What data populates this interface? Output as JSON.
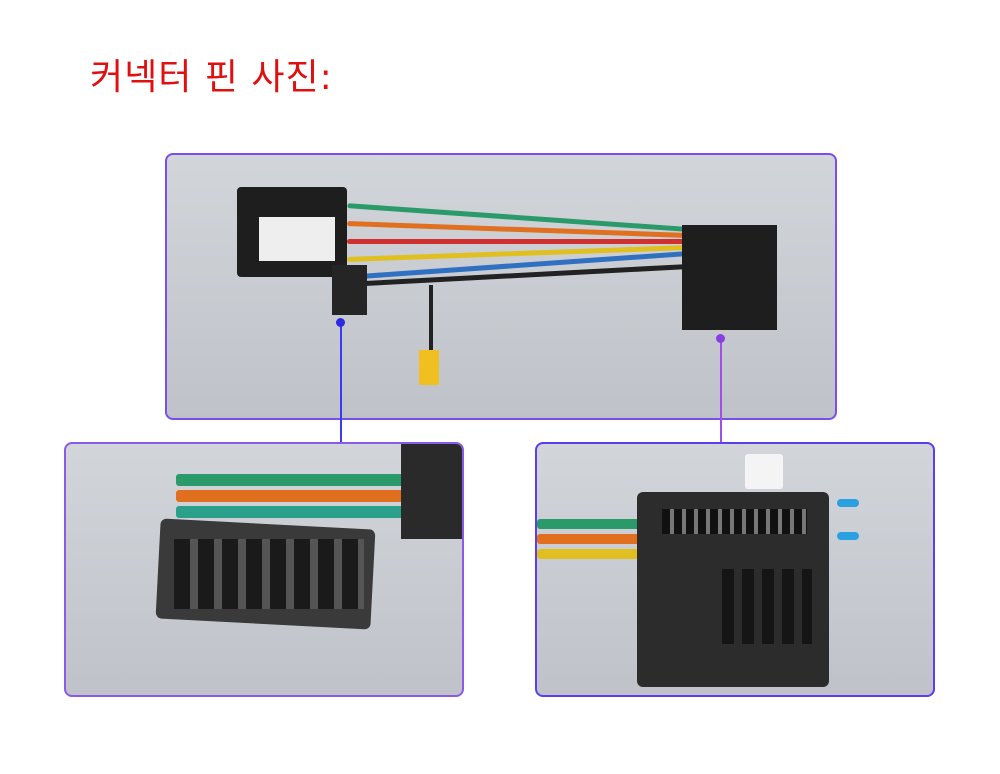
{
  "title": "커넥터 핀 사진:",
  "images": {
    "overview": "wiring-harness-photo",
    "left_detail": "16-pin-connector-closeup",
    "right_detail": "quadlock-connector-closeup"
  },
  "colors": {
    "title": "#e01010",
    "frame_blue": "#3a3af0",
    "frame_purple": "#a04ee8"
  }
}
